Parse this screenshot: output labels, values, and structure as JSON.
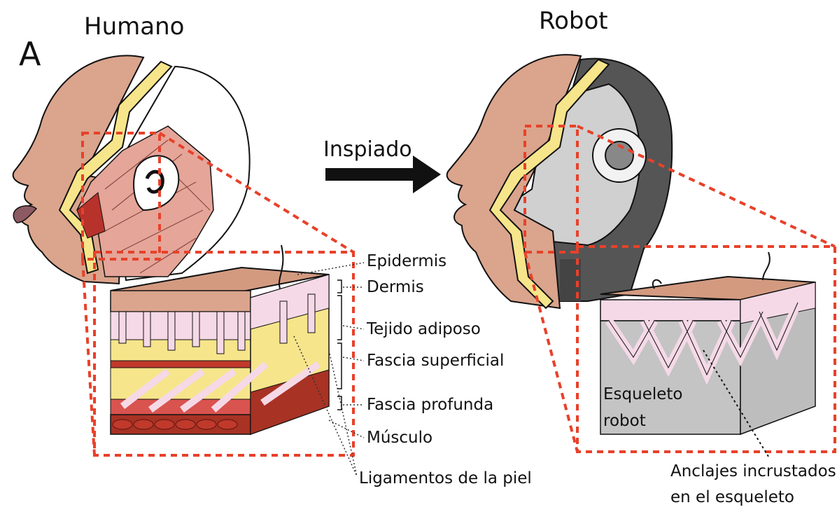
{
  "panel_letter": "A",
  "left_title": "Humano",
  "right_title": "Robot",
  "arrow_label": "Inspiado",
  "human_labels": {
    "epidermis": "Epidermis",
    "dermis": "Dermis",
    "adipose": "Tejido adiposo",
    "superficial_fascia": "Fascia superficial",
    "deep_fascia": "Fascia profunda",
    "muscle": "Músculo",
    "ligaments": "Ligamentos de la piel"
  },
  "robot_labels": {
    "skeleton_line1": "Esqueleto",
    "skeleton_line2": "robot",
    "anchors_line1": "Anclajes incrustados",
    "anchors_line2": "en el esqueleto"
  },
  "colors": {
    "skin": "#dba48c",
    "skin_top": "#d39a80",
    "yellow_layer": "#f6e58a",
    "dermis_pink": "#f6d9e6",
    "muscle_red": "#c0392b",
    "robot_grey": "#bdbdbd",
    "robot_dark": "#555555",
    "dashed_red": "#e8412a"
  }
}
